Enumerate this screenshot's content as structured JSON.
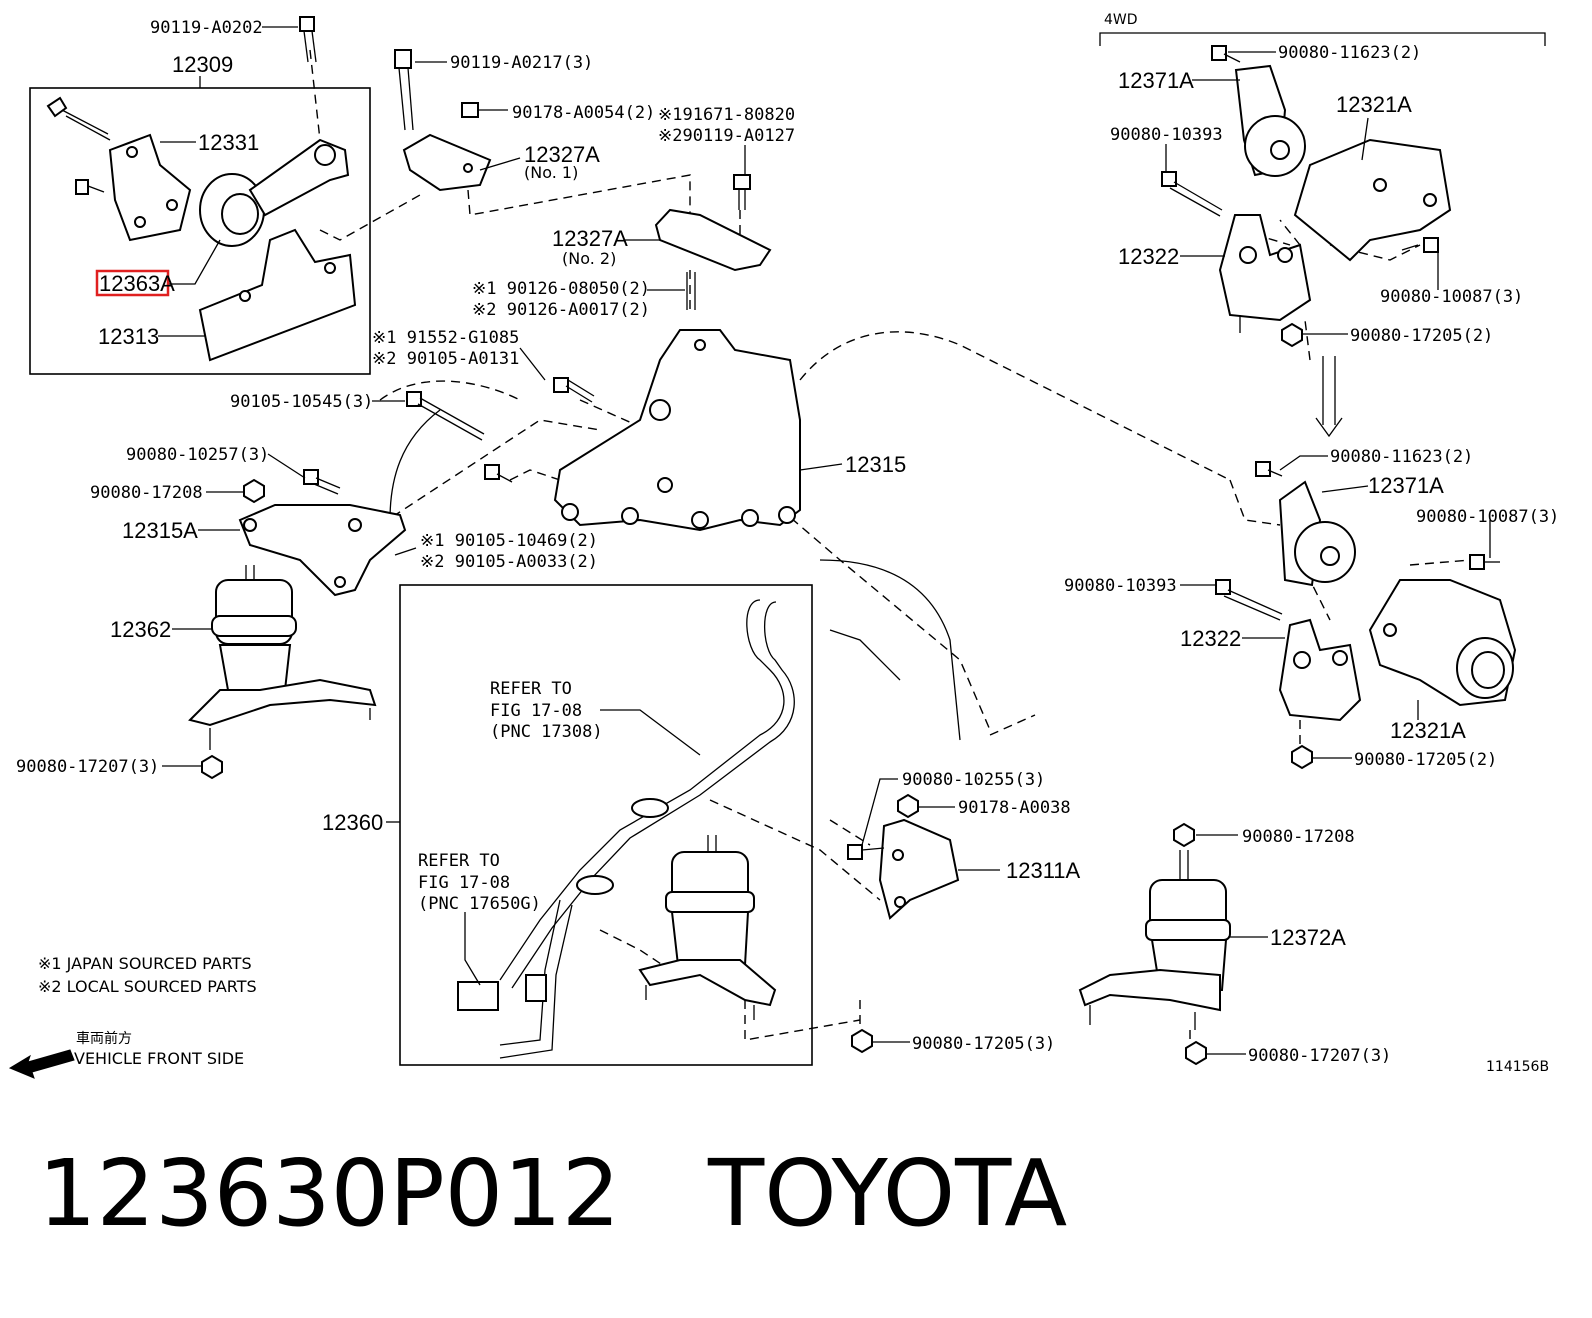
{
  "title": "123630P012   TOYOTA",
  "figure_number": "114156B",
  "section_label_4wd": "4WD",
  "highlighted_part": "12363A",
  "notes": {
    "note1": "※1 JAPAN SOURCED PARTS",
    "note2": "※2 LOCAL SOURCED PARTS",
    "front_jp": "車両前方",
    "front_en": "VEHICLE FRONT SIDE"
  },
  "refs": {
    "a1": "REFER TO",
    "a2": "FIG 17-08",
    "a3": "(PNC 17308)",
    "b1": "REFER TO",
    "b2": "FIG 17-08",
    "b3": "(PNC 17650G)"
  },
  "labels": {
    "l_90119_a0202": "90119-A0202",
    "l_12309": "12309",
    "l_12331": "12331",
    "l_12313": "12313",
    "l_90119_a0217": "90119-A0217(3)",
    "l_90178_a0054": "90178-A0054(2)",
    "l_12327a_1": "12327A",
    "l_no1": "(No. 1)",
    "l_91671": "※191671-80820",
    "l_90119_a0127": "※290119-A0127",
    "l_12327a_2": "12327A",
    "l_no2": "(No. 2)",
    "l_90126_08050": "※1 90126-08050(2)",
    "l_90126_a0017": "※2 90126-A0017(2)",
    "l_91552": "※1 91552-G1085",
    "l_90105_a0131": "※2 90105-A0131",
    "l_90105_10545": "90105-10545(3)",
    "l_12315": "12315",
    "l_90080_10257": "90080-10257(3)",
    "l_90080_17208_l": "90080-17208",
    "l_12315a": "12315A",
    "l_90105_10469": "※1 90105-10469(2)",
    "l_90105_a0033": "※2 90105-A0033(2)",
    "l_12362": "12362",
    "l_90080_17207_l": "90080-17207(3)",
    "l_12360": "12360",
    "l_90080_10255": "90080-10255(3)",
    "l_90178_a0038": "90178-A0038",
    "l_12311a": "12311A",
    "l_90080_17205_b": "90080-17205(3)",
    "l_90080_11623_t": "90080-11623(2)",
    "l_12371a_t": "12371A",
    "l_12321a_t": "12321A",
    "l_90080_10393_t": "90080-10393",
    "l_12322_t": "12322",
    "l_90080_10087_t": "90080-10087(3)",
    "l_90080_17205_t": "90080-17205(2)",
    "l_90080_11623_m": "90080-11623(2)",
    "l_12371a_m": "12371A",
    "l_90080_10087_m": "90080-10087(3)",
    "l_90080_10393_m": "90080-10393",
    "l_12322_m": "12322",
    "l_12321a_m": "12321A",
    "l_90080_17205_m": "90080-17205(2)",
    "l_90080_17208_r": "90080-17208",
    "l_12372a": "12372A",
    "l_90080_17207_r": "90080-17207(3)"
  }
}
